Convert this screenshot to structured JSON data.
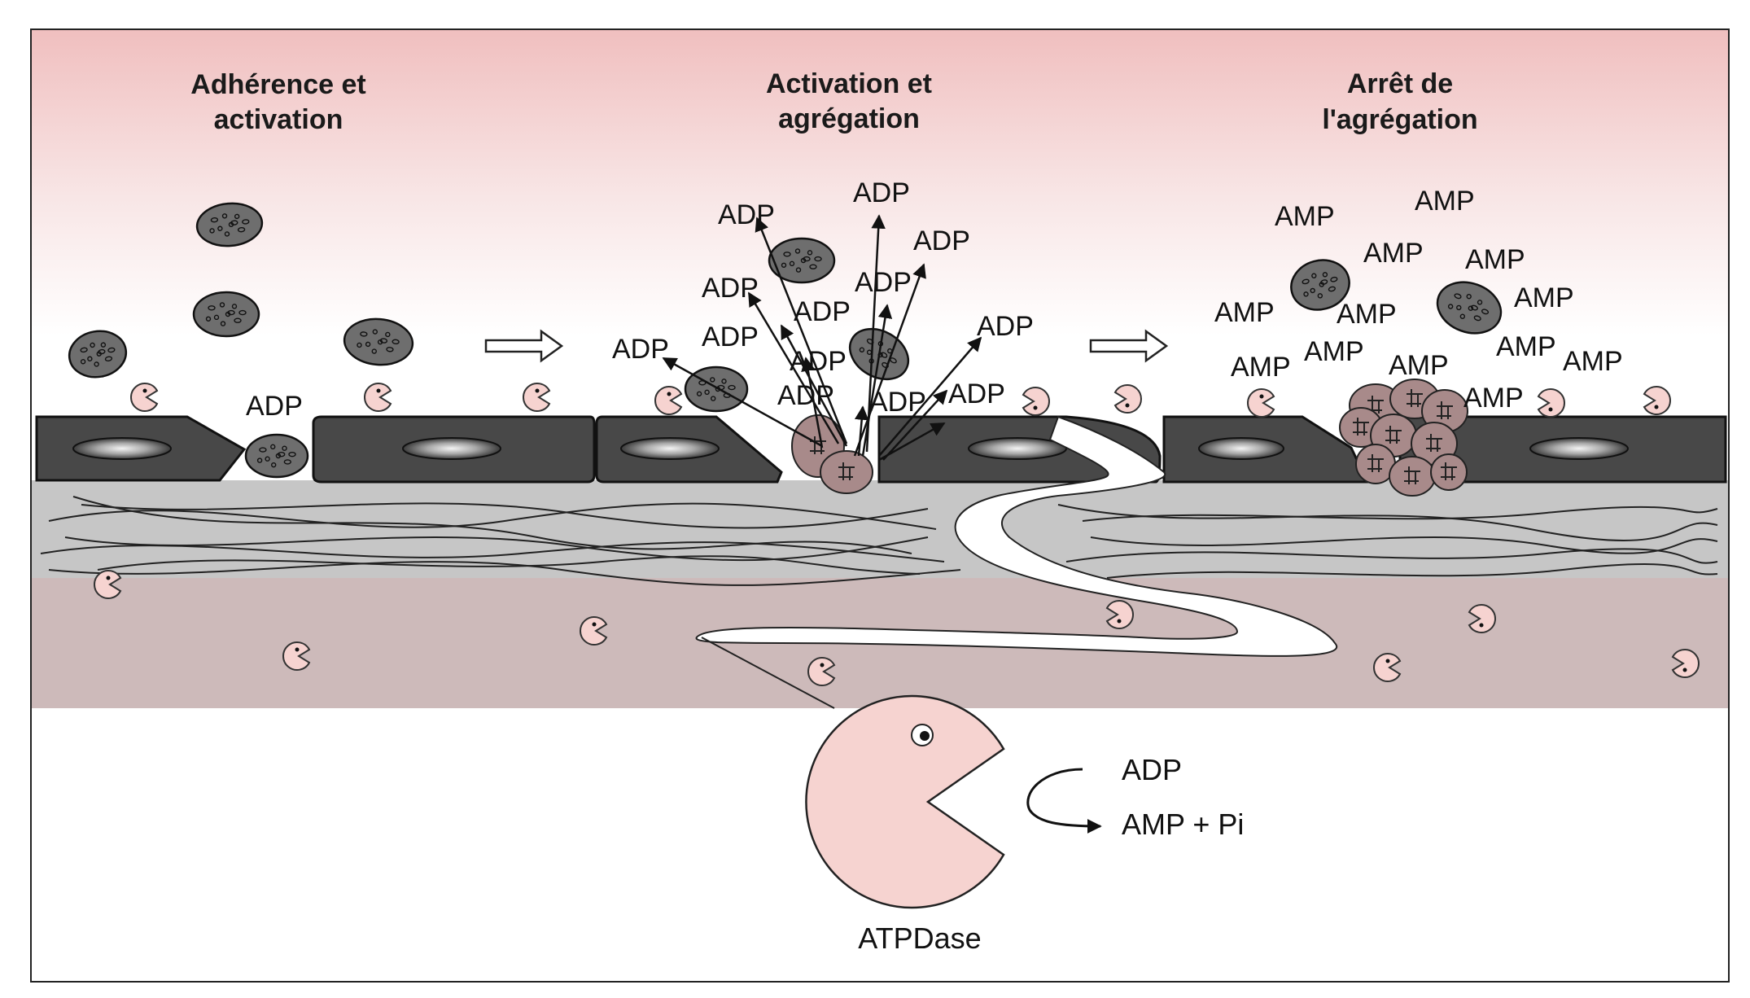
{
  "stages": [
    {
      "line1": "Adhérence et",
      "line2": "activation"
    },
    {
      "line1": "Activation et",
      "line2": "agrégation"
    },
    {
      "line1": "Arrêt de",
      "line2": "l'agrégation"
    }
  ],
  "molecule_adp": "ADP",
  "molecule_amp": "AMP",
  "reaction": {
    "substrate": "ADP",
    "product": "AMP + Pi"
  },
  "enzyme_label": "ATPDase",
  "colors": {
    "blood_top": "#f2c9c9",
    "endothelium": "#4a4a4a",
    "subendothelium": "#c9c9c9",
    "media": "#cdb9b9",
    "enzyme": "#f6d3d0",
    "platelet": "#6e6e6e",
    "aggregated_platelet": "#a88a8a"
  }
}
